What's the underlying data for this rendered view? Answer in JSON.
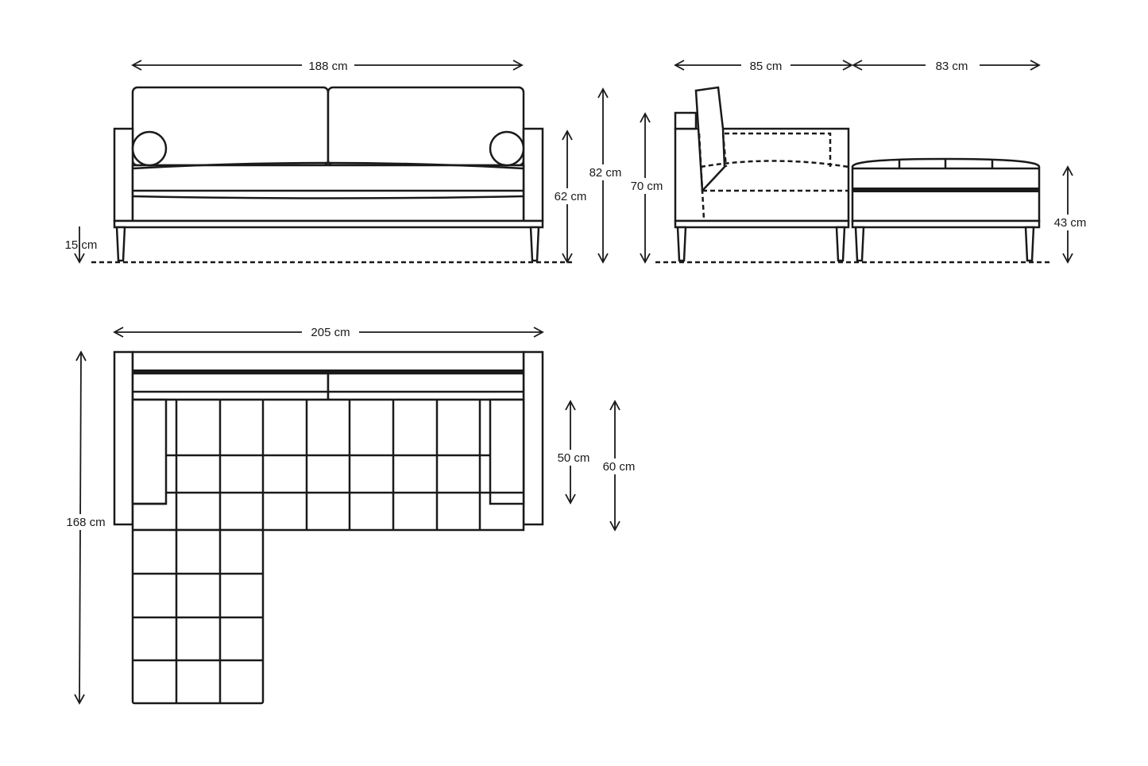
{
  "title": "Sofa with chaise and ottoman dimension drawing",
  "views": {
    "front": {
      "width": "188 cm",
      "total_height": "82 cm",
      "arm_height": "62 cm",
      "leg_height": "15 cm"
    },
    "side": {
      "chaise_depth": "85 cm",
      "ottoman_depth": "83 cm",
      "back_height": "70 cm",
      "ottoman_height": "43 cm"
    },
    "top": {
      "overall_width": "205 cm",
      "overall_depth": "168 cm",
      "seat_depth": "50 cm",
      "seat_depth_with_arm": "60 cm"
    }
  },
  "colors": {
    "line": "#1a1a1a",
    "background": "#ffffff"
  }
}
